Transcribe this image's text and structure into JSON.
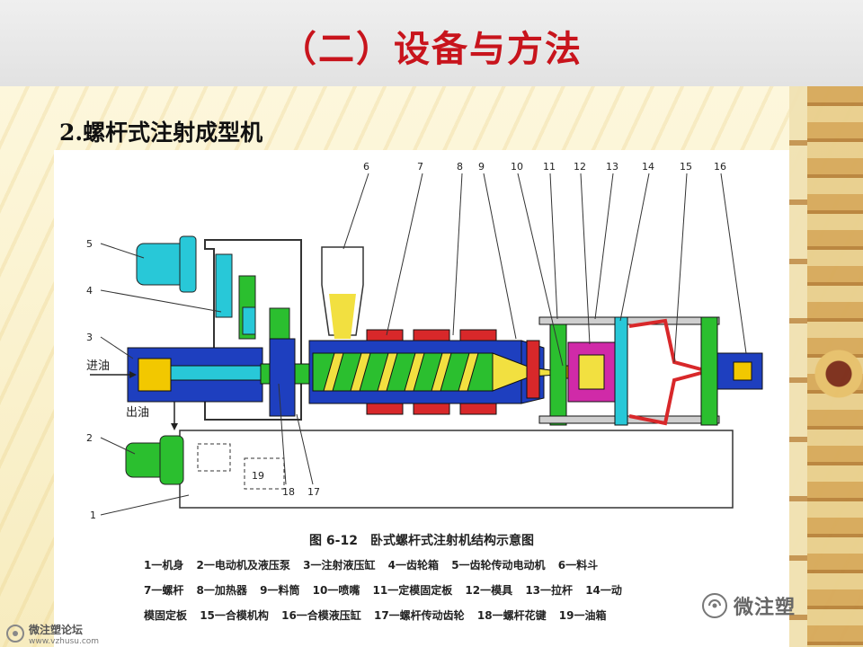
{
  "slide": {
    "title": "（二）设备与方法",
    "subtitle": "2.螺杆式注射成型机"
  },
  "figure": {
    "caption": "图 6-12　卧式螺杆式注射机结构示意图",
    "numbers": [
      "1",
      "2",
      "3",
      "4",
      "5",
      "6",
      "7",
      "8",
      "9",
      "10",
      "11",
      "12",
      "13",
      "14",
      "15",
      "16",
      "17",
      "18",
      "19"
    ],
    "labels": {
      "oil_in": "进油",
      "oil_out": "出油"
    },
    "legend": [
      "1一机身",
      "2一电动机及液压泵",
      "3一注射液压缸",
      "4一齿轮箱",
      "5一齿轮传动电动机",
      "6一料斗",
      "7一螺杆",
      "8一加热器",
      "9一料筒",
      "10一喷嘴",
      "11一定模固定板",
      "12一模具",
      "13一拉杆",
      "14一动",
      "模固定板",
      "15一合模机构",
      "16一合模液压缸",
      "17一螺杆传动齿轮",
      "18一螺杆花键",
      "19一油箱"
    ]
  },
  "watermarks": {
    "right": "微注塑",
    "left_line1": "微注塑论坛",
    "left_line2": "www.vzhusu.com"
  },
  "colors": {
    "title": "#c8141c",
    "machine_blue": "#1e3fbf",
    "machine_cyan": "#28c8d8",
    "machine_green": "#2bbf2f",
    "heater_red": "#d8282a",
    "material_yellow": "#f2e040"
  }
}
